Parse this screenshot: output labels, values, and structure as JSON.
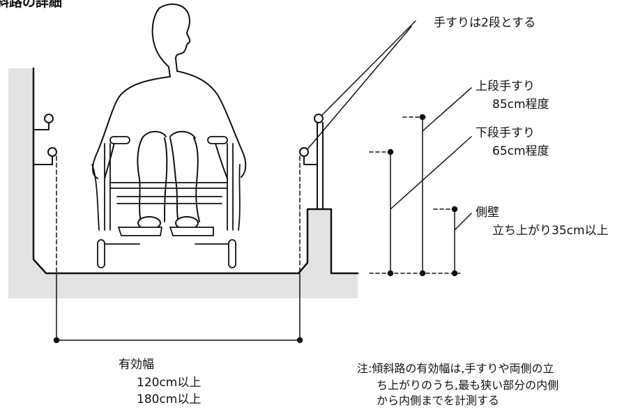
{
  "title": "斜路の詳細",
  "labels": {
    "handrail_two_levels": "手すりは2段とする",
    "upper_rail_title": "上段手すり",
    "upper_rail_height": "85cm程度",
    "lower_rail_title": "下段手すり",
    "lower_rail_height": "65cm程度",
    "side_wall_title": "側壁",
    "side_wall_rise": "立ち上がり35cm以上",
    "effective_width_title": "有効幅",
    "effective_width_1": "120cm以上",
    "effective_width_2": "180cm以上"
  },
  "note": {
    "line1": "注:傾斜路の有効幅は,手すりや両側の立",
    "line2": "ち上がりのうち,最も狭い部分の内側",
    "line3": "から内側までを計測する"
  },
  "colors": {
    "ground": "#e3e3e3",
    "line": "#111111"
  }
}
